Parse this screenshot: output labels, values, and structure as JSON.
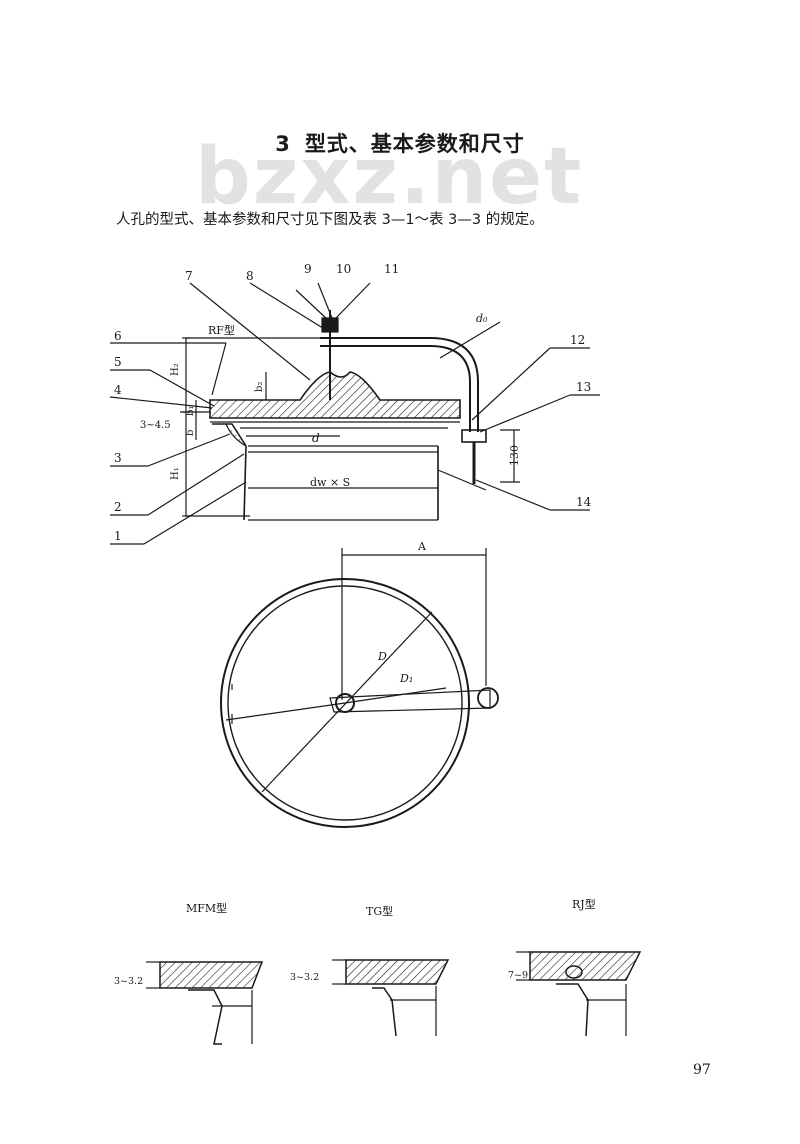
{
  "section": {
    "number": "3",
    "title": "型式、基本参数和尺寸"
  },
  "watermark": "bzxz.net",
  "intro": "人孔的型式、基本参数和尺寸见下图及表 3—1～表 3—3 的规定。",
  "figure": {
    "rf_label": "RF型",
    "callouts": [
      "1",
      "2",
      "3",
      "4",
      "5",
      "6",
      "7",
      "8",
      "9",
      "10",
      "11",
      "12",
      "13",
      "14"
    ],
    "dims": {
      "d0": "d₀",
      "H2": "H₂",
      "H1": "H₁",
      "b1": "b₁",
      "b2": "b₂",
      "b": "b",
      "gap": "3~4.5",
      "d": "d",
      "dw_s": "dw × S",
      "h130": "130",
      "A": "A",
      "D": "D",
      "D1": "D₁"
    },
    "variants": [
      {
        "label": "MFM型",
        "gap": "3~3.2"
      },
      {
        "label": "TG型",
        "gap": "3~3.2"
      },
      {
        "label": "RJ型",
        "gap": "7~9"
      }
    ]
  },
  "page_number": "97"
}
